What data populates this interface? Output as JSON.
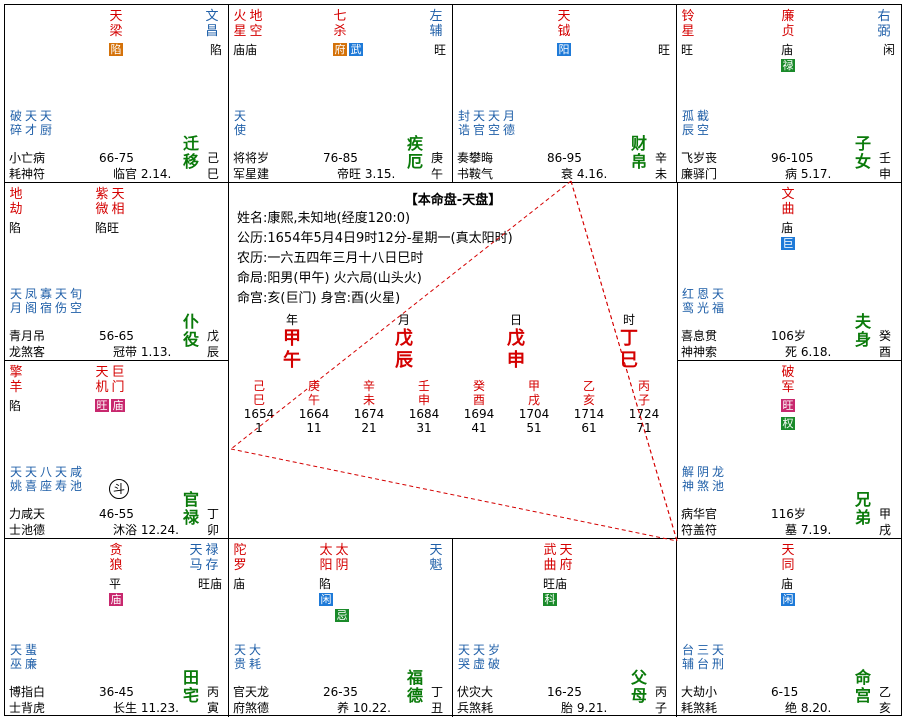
{
  "center": {
    "title": "【本命盘-天盘】",
    "lines": [
      "姓名:康熙,未知地(经度120:0)",
      "公历:1654年5月4日9时12分-星期一(真太阳时)",
      "农历:一六五四年三月十八日巳时",
      "命局:阳男(甲午)    火六局(山头火)",
      "命宫:亥(巨门)      身宫:酉(火星)"
    ],
    "pillars": [
      {
        "label": "年",
        "stem": "甲",
        "branch": "午"
      },
      {
        "label": "月",
        "stem": "戊",
        "branch": "辰"
      },
      {
        "label": "日",
        "stem": "戊",
        "branch": "申"
      },
      {
        "label": "时",
        "stem": "丁",
        "branch": "巳"
      }
    ],
    "dayun": [
      {
        "g": "己",
        "z": "巳",
        "year": "1654",
        "age": "1"
      },
      {
        "g": "庚",
        "z": "午",
        "year": "1664",
        "age": "11"
      },
      {
        "g": "辛",
        "z": "未",
        "year": "1674",
        "age": "21"
      },
      {
        "g": "壬",
        "z": "申",
        "year": "1684",
        "age": "31"
      },
      {
        "g": "癸",
        "z": "酉",
        "year": "1694",
        "age": "41"
      },
      {
        "g": "甲",
        "z": "戌",
        "year": "1704",
        "age": "51"
      },
      {
        "g": "乙",
        "z": "亥",
        "year": "1714",
        "age": "61"
      },
      {
        "g": "丙",
        "z": "子",
        "year": "1724",
        "age": "71"
      }
    ]
  },
  "palaces": {
    "si": {
      "main": [
        "天梁"
      ],
      "rightStars": [
        "文昌"
      ],
      "hua": "陷",
      "bright": "陷",
      "minor": [
        "破碎",
        "天才",
        "天厨"
      ],
      "gods1": "小亡病",
      "gods2": "耗神符",
      "range": "66-75",
      "stage": "临官",
      "flow": "2.14.",
      "name": "迁移",
      "stem": "己",
      "branch": "巳"
    },
    "wu": {
      "left": [
        "火星",
        "地空"
      ],
      "leftBright": "庙庙",
      "main": [
        "七杀"
      ],
      "right": [
        "左辅"
      ],
      "hua1": "府",
      "hua2": "武",
      "rightBright": "旺",
      "minor": [
        "天使"
      ],
      "gods1": "将将岁",
      "gods2": "军星建",
      "range": "76-85",
      "stage": "帝旺",
      "flow": "3.15.",
      "name": "疾厄",
      "stem": "庚",
      "branch": "午"
    },
    "wei": {
      "main": [
        "天钺"
      ],
      "hua": "阳",
      "bright": "旺",
      "minor": [
        "封诰",
        "天官",
        "天空",
        "月德"
      ],
      "gods1": "奏攀晦",
      "gods2": "书鞍气",
      "range": "86-95",
      "stage": "衰",
      "flow": "4.16.",
      "name": "财帛",
      "stem": "辛",
      "branch": "未"
    },
    "shen": {
      "left": [
        "铃星"
      ],
      "leftBright": "旺",
      "main": [
        "廉贞"
      ],
      "mainBright": "庙",
      "hua": "禄",
      "right": [
        "右弼"
      ],
      "rightBright": "闲",
      "minor": [
        "孤辰",
        "截空"
      ],
      "gods1": "飞岁丧",
      "gods2": "廉驿门",
      "range": "96-105",
      "stage": "病",
      "flow": "5.17.",
      "name": "子女",
      "stem": "壬",
      "branch": "申"
    },
    "chen": {
      "left": [
        "地劫"
      ],
      "leftBright": "陷",
      "main": [
        "紫微",
        "天相"
      ],
      "mainBright": "陷旺",
      "minor": [
        "天月",
        "凤阁",
        "寡宿",
        "天伤",
        "旬空"
      ],
      "gods1": "青月吊",
      "gods2": "龙煞客",
      "range": "56-65",
      "stage": "冠带",
      "flow": "1.13.",
      "name": "仆役",
      "stem": "戊",
      "branch": "辰"
    },
    "you": {
      "main": [
        "文曲"
      ],
      "mainBright": "庙",
      "hua": "巨",
      "minor": [
        "红鸾",
        "恩光",
        "天福"
      ],
      "gods1": "喜息贯",
      "gods2": "神神索",
      "range": "106岁",
      "stage": "死",
      "flow": "6.18.",
      "name": "夫身",
      "stem": "癸",
      "branch": "酉"
    },
    "mao": {
      "left": [
        "擎羊"
      ],
      "leftBright": "陷",
      "main": [
        "天机",
        "巨门"
      ],
      "hua1": "旺",
      "hua2": "庙",
      "minor": [
        "天姚",
        "天喜",
        "八座",
        "天寿",
        "咸池"
      ],
      "gods1": "力咸天",
      "gods2": "士池德",
      "range": "46-55",
      "stage": "沐浴",
      "flow": "12.24.",
      "name": "官禄",
      "stem": "丁",
      "branch": "卯",
      "circle": "斗"
    },
    "xu": {
      "main": [
        "破军"
      ],
      "hua1": "旺",
      "hua2": "权",
      "minor": [
        "解神",
        "阴煞",
        "龙池"
      ],
      "gods1": "病华官",
      "gods2": "符盖符",
      "range": "116岁",
      "stage": "墓",
      "flow": "7.19.",
      "name": "兄弟",
      "stem": "甲",
      "branch": "戌"
    },
    "yin": {
      "main": [
        "贪狼"
      ],
      "mainBright": "平",
      "hua": "庙",
      "right": [
        "天马",
        "禄存"
      ],
      "rightBright": "旺庙",
      "minor": [
        "天巫",
        "蜚廉"
      ],
      "gods1": "博指白",
      "gods2": "士背虎",
      "range": "36-45",
      "stage": "长生",
      "flow": "11.23.",
      "name": "田宅",
      "stem": "丙",
      "branch": "寅"
    },
    "chou": {
      "left": [
        "陀罗"
      ],
      "leftBright": "庙",
      "main": [
        "太阳",
        "太阴"
      ],
      "mainBright": "陷",
      "hua1": "闲",
      "hua2": "忌",
      "right": [
        "天魁"
      ],
      "minor": [
        "天贵",
        "大耗"
      ],
      "gods1": "官天龙",
      "gods2": "府煞德",
      "range": "26-35",
      "stage": "养",
      "flow": "10.22.",
      "name": "福德",
      "stem": "丁",
      "branch": "丑"
    },
    "zi": {
      "main": [
        "武曲",
        "天府"
      ],
      "mainBright": "旺庙",
      "hua": "科",
      "minor": [
        "天哭",
        "天虚",
        "岁破"
      ],
      "gods1": "伏灾大",
      "gods2": "兵煞耗",
      "range": "16-25",
      "stage": "胎",
      "flow": "9.21.",
      "name": "父母",
      "stem": "丙",
      "branch": "子"
    },
    "hai": {
      "main": [
        "天同"
      ],
      "mainBright": "庙",
      "hua": "闲",
      "minor": [
        "台辅",
        "三台",
        "天刑"
      ],
      "gods1": "大劫小",
      "gods2": "耗煞耗",
      "range": "6-15",
      "stage": "绝",
      "flow": "8.20.",
      "name": "命宫",
      "stem": "乙",
      "branch": "亥"
    }
  },
  "colors": {
    "red": "#d40000",
    "blue": "#1f5fa8",
    "green": "#0a7a0a",
    "huaOrange": "#d4720a",
    "huaBlue": "#1e7ad8",
    "huaGreen": "#1a8a2a",
    "huaRed": "#c8286e"
  }
}
